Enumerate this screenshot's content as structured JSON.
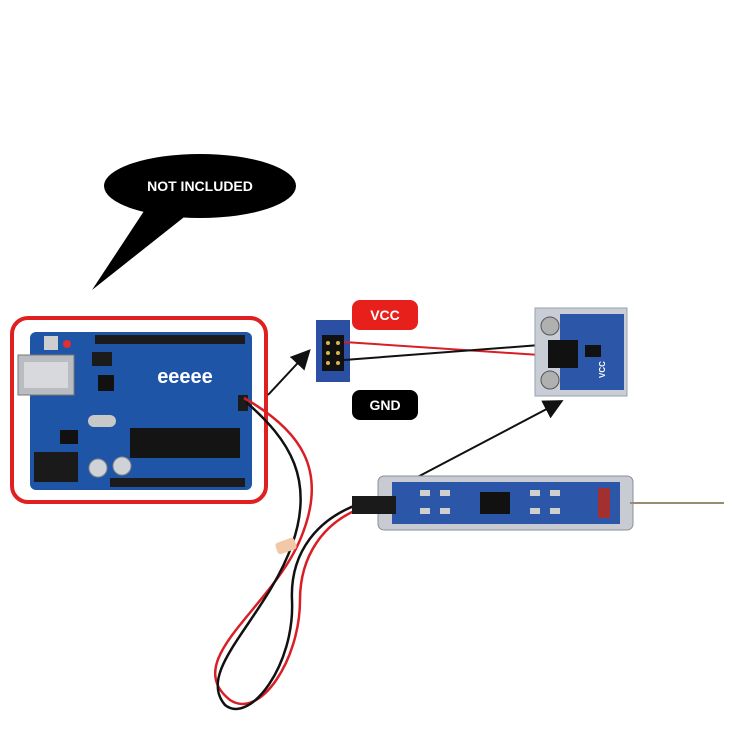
{
  "callout": {
    "text": "NOT INCLUDED"
  },
  "labels": {
    "vcc": "VCC",
    "gnd": "GND"
  },
  "arduino": {
    "board_print": "eeeee"
  },
  "sensor": {
    "print": "VCC"
  },
  "colors": {
    "highlight": "#e02020",
    "vcc_bg": "#e8201c",
    "gnd_bg": "#000000",
    "board_blue": "#1f55a6",
    "wire_red": "#d91f26",
    "wire_black": "#111111"
  }
}
